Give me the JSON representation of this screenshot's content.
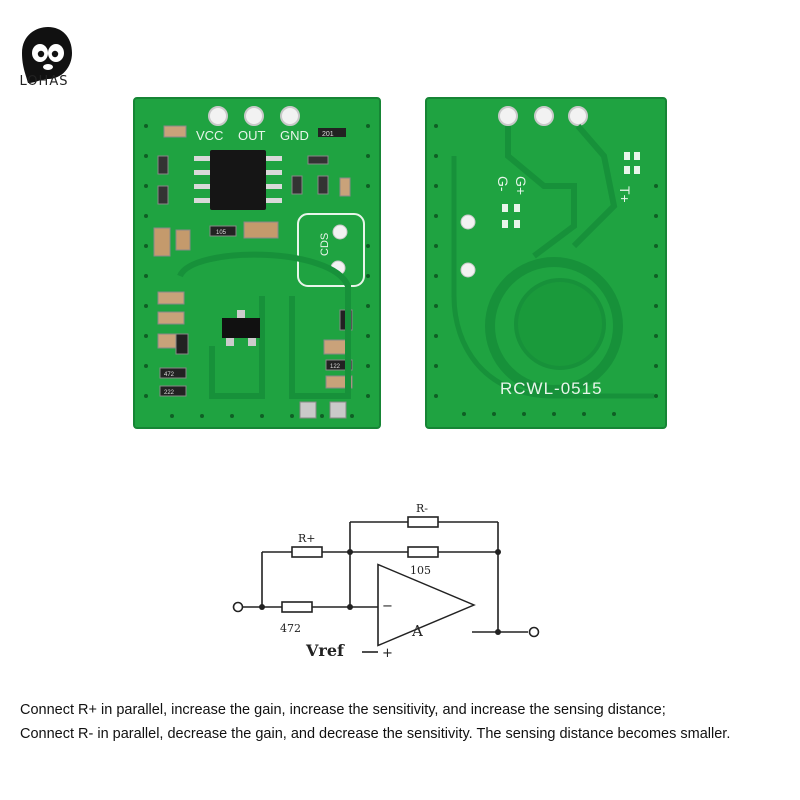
{
  "brand": {
    "logo_text": "LOHAS"
  },
  "front_board": {
    "pin_labels": [
      "VCC",
      "OUT",
      "GND"
    ],
    "sensor_label": "CDS",
    "component_codes": [
      "201",
      "105",
      "472",
      "222",
      "122"
    ],
    "colors": {
      "pcb": "#1fa341",
      "silkscreen": "#e8f5ea",
      "ic": "#151515"
    }
  },
  "back_board": {
    "labels": [
      "G-",
      "G+",
      "T+"
    ],
    "model": "RCWL-0515"
  },
  "schematic": {
    "r_plus": "R+",
    "r_minus": "R-",
    "r_feedback": "105",
    "r_input": "472",
    "amp": "A",
    "vref": "Vref",
    "minus_sign": "−",
    "plus_sign": "+"
  },
  "caption": {
    "line1": "Connect R+ in parallel, increase the gain, increase the sensitivity, and increase the sensing distance;",
    "line2": "Connect R- in parallel, decrease the gain, and decrease the sensitivity. The sensing distance becomes smaller."
  }
}
